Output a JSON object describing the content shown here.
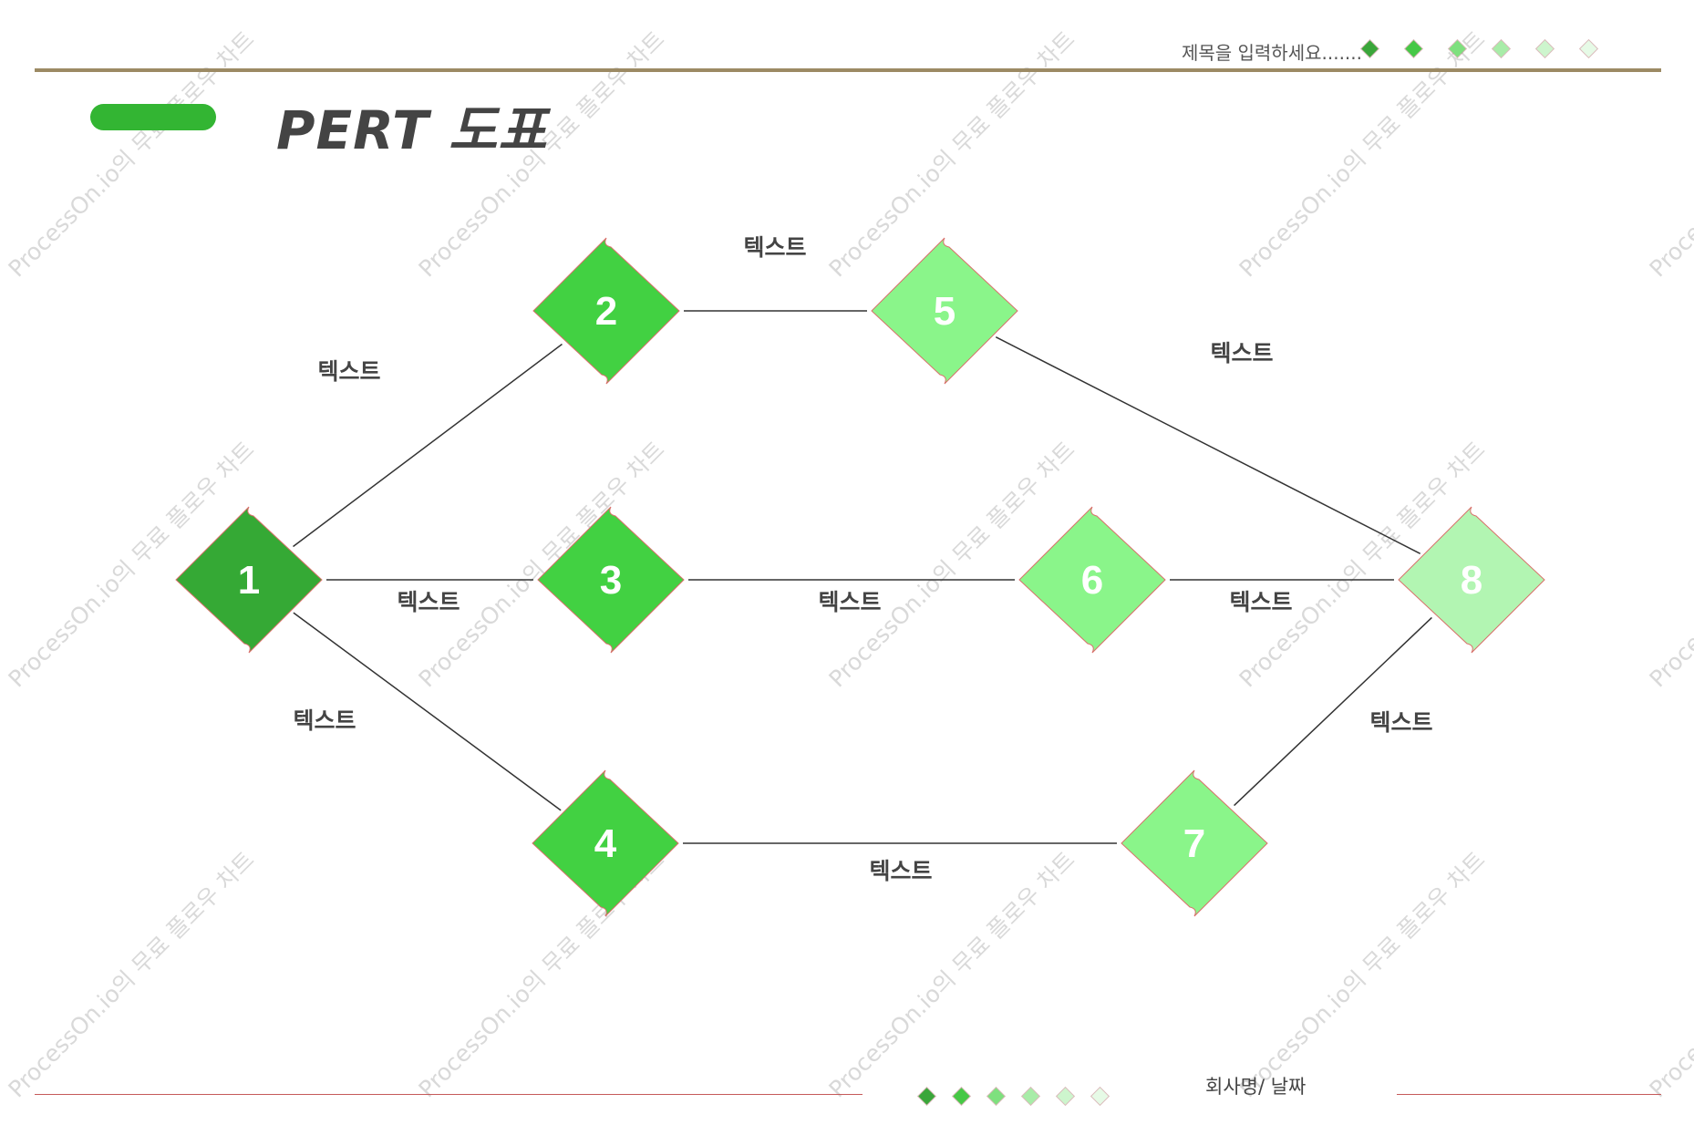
{
  "header": {
    "subtitle": "제목을 입력하세요.......",
    "title": "PERT 도표",
    "accent_color": "#33b533",
    "rule_color": "#9c8a64",
    "dots": [
      "#3aa63a",
      "#46c846",
      "#7ee07e",
      "#a8eca8",
      "#cdf5cd",
      "#e6fae6"
    ]
  },
  "footer": {
    "text": "회사명/ 날짜",
    "rule_color": "#c55a5a",
    "dots": [
      "#3aa63a",
      "#46c846",
      "#7ee07e",
      "#a8eca8",
      "#cdf5cd",
      "#e6fae6"
    ]
  },
  "diagram": {
    "nodes": [
      {
        "id": "1",
        "label": "1",
        "color": "#35a935"
      },
      {
        "id": "2",
        "label": "2",
        "color": "#42d142"
      },
      {
        "id": "3",
        "label": "3",
        "color": "#42d142"
      },
      {
        "id": "4",
        "label": "4",
        "color": "#42d142"
      },
      {
        "id": "5",
        "label": "5",
        "color": "#8af58a"
      },
      {
        "id": "6",
        "label": "6",
        "color": "#8af58a"
      },
      {
        "id": "7",
        "label": "7",
        "color": "#8af58a"
      },
      {
        "id": "8",
        "label": "8",
        "color": "#b2f5b2"
      }
    ],
    "edges": [
      {
        "from": "1",
        "to": "2",
        "label": "텍스트"
      },
      {
        "from": "1",
        "to": "3",
        "label": "텍스트"
      },
      {
        "from": "1",
        "to": "4",
        "label": "텍스트"
      },
      {
        "from": "2",
        "to": "5",
        "label": "텍스트"
      },
      {
        "from": "3",
        "to": "6",
        "label": "텍스트"
      },
      {
        "from": "4",
        "to": "7",
        "label": "텍스트"
      },
      {
        "from": "5",
        "to": "8",
        "label": "텍스트"
      },
      {
        "from": "6",
        "to": "8",
        "label": "텍스트"
      },
      {
        "from": "7",
        "to": "8",
        "label": "텍스트"
      }
    ]
  },
  "watermark": "ProcessOn.io의 무료 플로우 차트"
}
